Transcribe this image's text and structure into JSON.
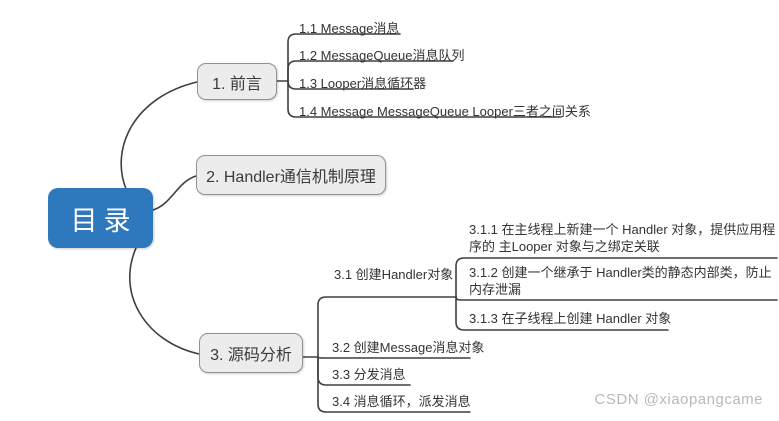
{
  "app": {
    "type": "mind-map",
    "background": "#ffffff"
  },
  "colors": {
    "root_fill": "#2e79bd",
    "root_text": "#ffffff",
    "branch_fill": "#ececec",
    "branch_border": "#919191",
    "connector_line": "#3f3f3f",
    "topic_text": "#333333",
    "watermark_text": "#b9b9b9"
  },
  "root": {
    "label": "目录"
  },
  "branches": [
    {
      "label": "1. 前言",
      "children": [
        "1.1 Message消息",
        "1.2 MessageQueue消息队列",
        "1.3 Looper消息循环器",
        "1.4 Message MessageQueue Looper三者之间关系"
      ]
    },
    {
      "label": "2. Handler通信机制原理",
      "children": []
    },
    {
      "label": "3. 源码分析",
      "children": [
        "3.1 创建Handler对象",
        "3.2 创建Message消息对象",
        "3.3 分发消息",
        "3.4 消息循环，派发消息"
      ],
      "subtopics_3_1": [
        "3.1.1 在主线程上新建一个 Handler 对象，提供应用程序的 主Looper 对象与之绑定关联",
        "3.1.2 创建一个继承于 Handler类的静态内部类，防止内存泄漏",
        "3.1.3 在子线程上创建 Handler 对象"
      ]
    }
  ],
  "watermark": {
    "text": "CSDN @xiaopangcame"
  }
}
